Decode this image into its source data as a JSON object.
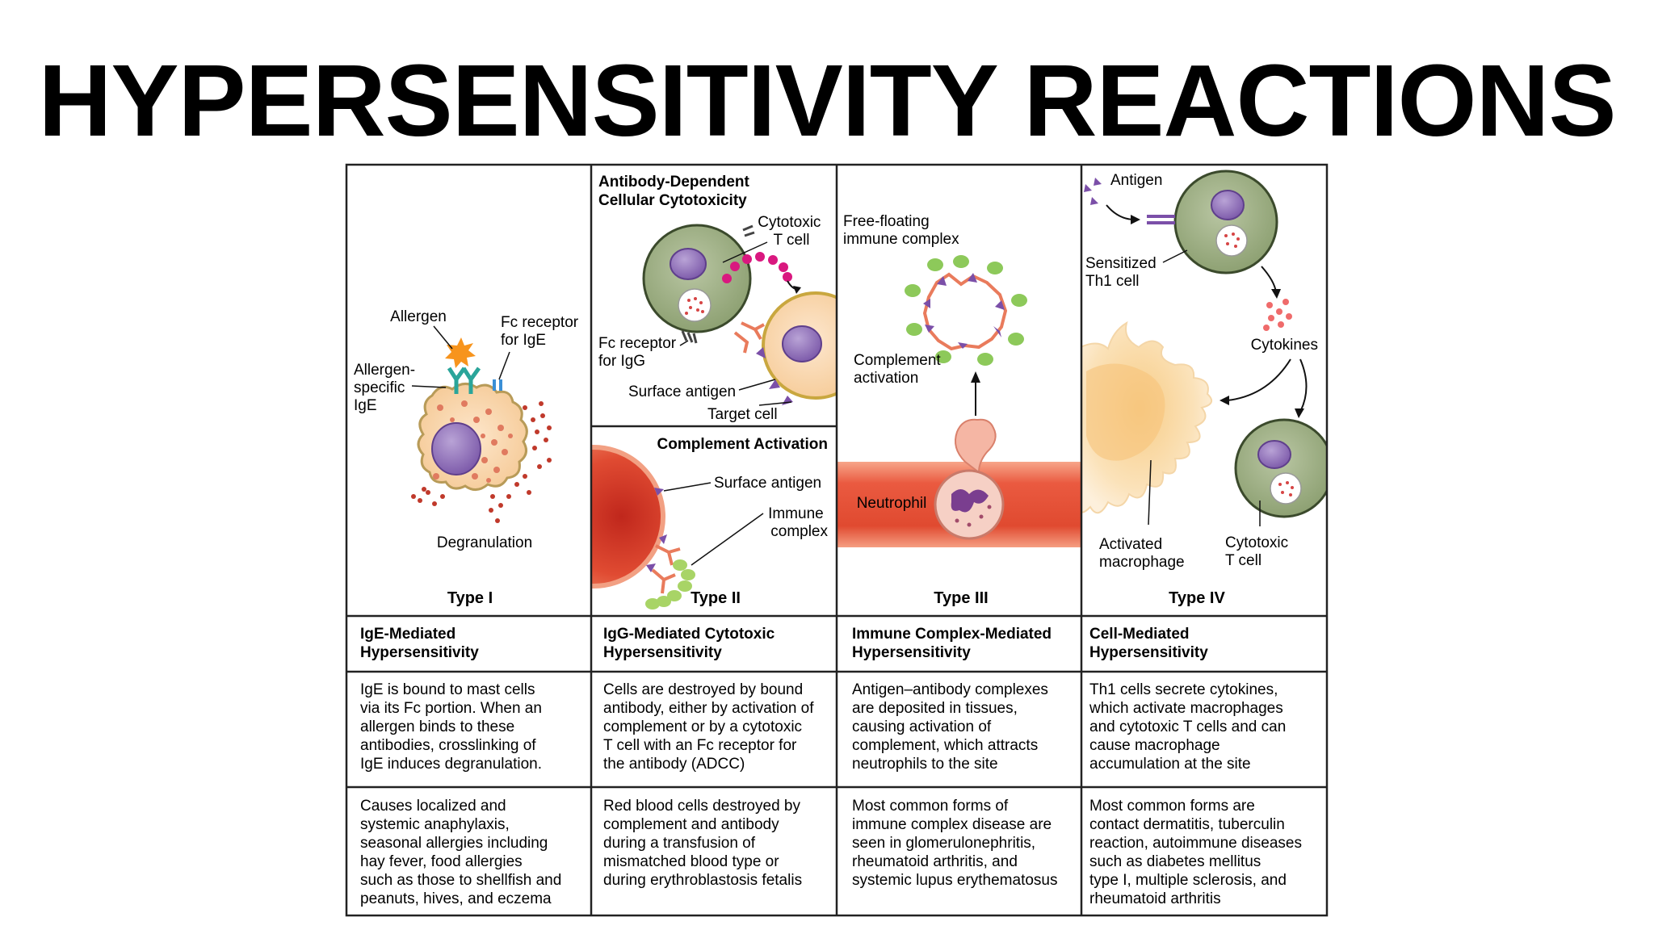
{
  "title": "HYPERSENSITIVITY REACTIONS",
  "panels": {
    "type1": {
      "labels": {
        "allergen": "Allergen",
        "fc_receptor": [
          "Fc receptor",
          "for IgE"
        ],
        "allergen_specific": [
          "Allergen-",
          "specific",
          "IgE"
        ],
        "degranulation": "Degranulation"
      },
      "type_label": "Type I"
    },
    "type2": {
      "adcc_title": [
        "Antibody-Dependent",
        "Cellular Cytotoxicity"
      ],
      "adcc_labels": {
        "cytotoxic": [
          "Cytotoxic",
          "T cell"
        ],
        "fc_receptor": [
          "Fc receptor",
          "for IgG"
        ],
        "surface_antigen": "Surface antigen",
        "target_cell": "Target cell"
      },
      "complement_title": "Complement Activation",
      "complement_labels": {
        "surface_antigen": "Surface antigen",
        "immune_complex": [
          "Immune",
          "complex"
        ]
      },
      "type_label": "Type II"
    },
    "type3": {
      "labels": {
        "free_floating": [
          "Free-floating",
          "immune complex"
        ],
        "complement": [
          "Complement",
          "activation"
        ],
        "neutrophil": "Neutrophil"
      },
      "type_label": "Type III"
    },
    "type4": {
      "labels": {
        "antigen": "Antigen",
        "sensitized": [
          "Sensitized",
          "Th1 cell"
        ],
        "cytokines": "Cytokines",
        "macrophage": [
          "Activated",
          "macrophage"
        ],
        "cytotoxic": [
          "Cytotoxic",
          "T cell"
        ]
      },
      "type_label": "Type IV"
    }
  },
  "table": {
    "headers": [
      [
        "IgE-Mediated",
        "Hypersensitivity"
      ],
      [
        "IgG-Mediated Cytotoxic",
        "Hypersensitivity"
      ],
      [
        "Immune Complex-Mediated",
        "Hypersensitivity"
      ],
      [
        "Cell-Mediated",
        "Hypersensitivity"
      ]
    ],
    "mechanism": [
      [
        "IgE is bound to mast cells",
        "via its Fc portion. When an",
        "allergen binds to these",
        "antibodies, crosslinking of",
        "IgE induces degranulation."
      ],
      [
        "Cells are destroyed by bound",
        "antibody, either by activation of",
        "complement or by a cytotoxic",
        "T cell with an Fc receptor for",
        "the antibody (ADCC)"
      ],
      [
        "Antigen–antibody complexes",
        "are deposited in tissues,",
        "causing activation of",
        "complement, which attracts",
        "neutrophils to the site"
      ],
      [
        "Th1 cells secrete cytokines,",
        "which activate macrophages",
        "and cytotoxic T cells and can",
        "cause macrophage",
        "accumulation at the site"
      ]
    ],
    "examples": [
      [
        "Causes localized and",
        "systemic anaphylaxis,",
        "seasonal allergies including",
        "hay fever, food allergies",
        "such as those to shellfish and",
        "peanuts, hives, and eczema"
      ],
      [
        "Red blood cells destroyed by",
        "complement and antibody",
        "during a transfusion of",
        "mismatched blood type or",
        "during erythroblastosis fetalis"
      ],
      [
        "Most common forms of",
        "immune complex disease are",
        "seen in glomerulonephritis,",
        "rheumatoid arthritis, and",
        "systemic lupus erythematosus"
      ],
      [
        "Most common forms are",
        "contact dermatitis, tuberculin",
        "reaction, autoimmune diseases",
        "such as diabetes mellitus",
        "type I, multiple sclerosis, and",
        "rheumatoid arthritis"
      ]
    ]
  },
  "colors": {
    "cell_green": "#9fb185",
    "nucleus": "#8d6fb4",
    "vessel_red": "#e8503a",
    "pink_dot": "#d9187f",
    "granule": "#c0392b"
  }
}
